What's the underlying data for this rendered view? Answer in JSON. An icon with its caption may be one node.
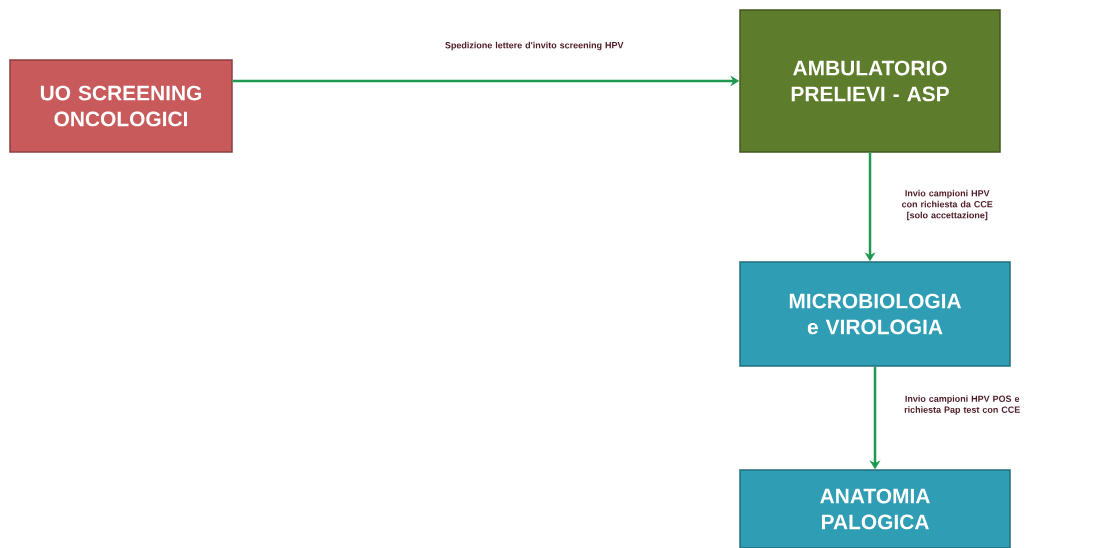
{
  "diagram": {
    "nodes": [
      {
        "text": [
          "UO SCREENING ONCOLOGICI"
        ]
      },
      {
        "text": [
          "AMBULATORIO PRELIEVI - ASP"
        ]
      },
      {
        "text": [
          "MICROBIOLOGIA e VIROLOGIA"
        ]
      },
      {
        "text": [
          "ANATOMIA PALOGICA"
        ]
      }
    ],
    "edges": [
      {
        "from": 0,
        "to": 1,
        "arrow": "to",
        "label": "Spedizione lettere d'invito screening HPV"
      },
      {
        "from": 1,
        "to": 2,
        "arrow": "to",
        "label": "Invio campioni HPV con richiesta da CCE [solo accettazione]"
      },
      {
        "from": 2,
        "to": 3,
        "arrow": "to",
        "label": "Invio campioni HPV POS e richiesta Pap test con CCE"
      }
    ]
  }
}
